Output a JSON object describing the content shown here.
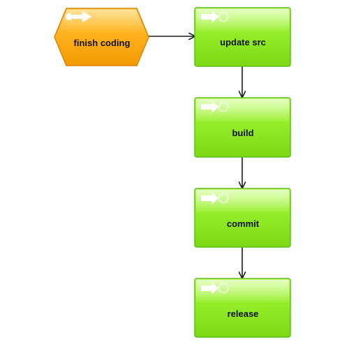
{
  "diagram": {
    "event": {
      "label": "finish coding",
      "icon": "event-arrow-icon",
      "color": "#F7A600"
    },
    "functions": [
      {
        "label": "update src",
        "icon": "function-gear-arrow-icon"
      },
      {
        "label": "build",
        "icon": "function-gear-arrow-icon"
      },
      {
        "label": "commit",
        "icon": "function-gear-arrow-icon"
      },
      {
        "label": "release",
        "icon": "function-gear-arrow-icon"
      }
    ],
    "colors": {
      "function_fill": "#8FEA1E",
      "function_border": "#5BBE1C",
      "connector": "#1a1a1a"
    }
  }
}
